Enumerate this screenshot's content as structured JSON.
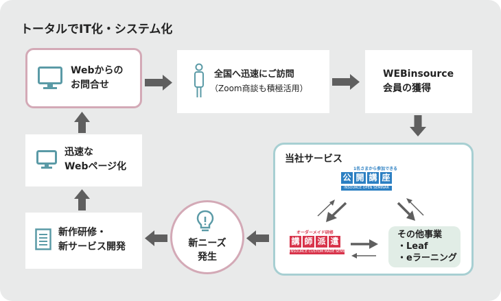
{
  "title": "トータルでIT化・システム化",
  "nodes": {
    "web_inquiry": {
      "line1": "Webからの",
      "line2": "お問合せ"
    },
    "visit": {
      "line1": "全国へ迅速にご訪問",
      "line2": "（Zoom商談も積極活用）"
    },
    "acquire": {
      "line1": "WEBinsource",
      "line2": "会員の獲得"
    },
    "webpage": {
      "line1": "迅速な",
      "line2": "Webページ化"
    },
    "develop": {
      "line1": "新作研修・",
      "line2": "新サービス開発"
    },
    "needs": {
      "line1": "新ニーズ",
      "line2": "発生"
    }
  },
  "services": {
    "label": "当社サービス",
    "public_seminar": {
      "tagline": "1名さまから参加できる",
      "name_chars": [
        "公",
        "開",
        "講",
        "座"
      ],
      "subtitle": "INSOURCE OPEN SEMINAR"
    },
    "dispatch": {
      "tagline": "オーダーメイド研修",
      "name_chars": [
        "講",
        "師",
        "派",
        "遣"
      ],
      "subtitle": "INSOURCE CUSTOM MADE SEMINAR"
    },
    "other": {
      "title": "その他事業",
      "items": [
        "・Leaf",
        "・eラーニング"
      ]
    }
  },
  "colors": {
    "panel": "#e9eaea",
    "pink_border": "#d3a9b6",
    "teal_border": "#a7cfd2",
    "icon": "#5a9aa6",
    "arrow": "#5f5f5f",
    "public_seminar": "#2b7fc2",
    "dispatch": "#d8334a",
    "other_bg": "#e1ede6"
  },
  "icons": [
    "monitor-icon",
    "person-icon",
    "lightbulb-icon",
    "document-icon"
  ]
}
